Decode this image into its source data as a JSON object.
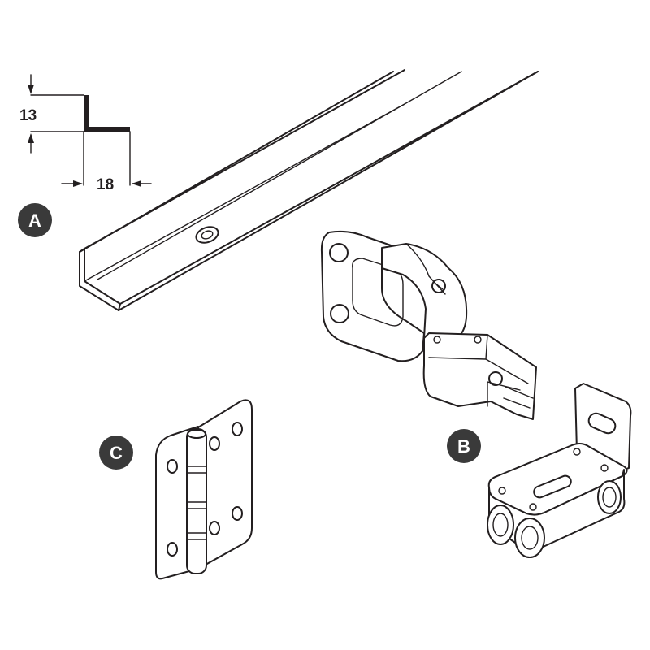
{
  "dimensions": {
    "height_label": "13",
    "width_label": "18"
  },
  "labels": {
    "profile": "A",
    "hinge_set": "B",
    "butt_hinge": "C"
  },
  "colors": {
    "line": "#231f20",
    "badge": "#3a3a3a",
    "background": "#ffffff"
  }
}
